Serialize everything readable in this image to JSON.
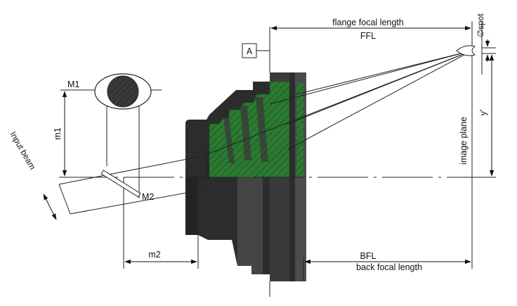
{
  "labels": {
    "ffl_top": "flange focal length",
    "ffl": "FFL",
    "bfl": "BFL",
    "bfl_bottom": "back focal length",
    "ref_a": "A",
    "m1_mirror": "M1",
    "m1_dist": "m1",
    "m2_mirror": "M2",
    "m2_dist": "m2",
    "input_beam": "Input beam",
    "image_plane": "image plane",
    "y_prime": "y'",
    "spot": "∅spot"
  },
  "colors": {
    "lens_dark": "#2c2c2c",
    "lens_mid": "#454545",
    "lens_light": "#6c6c6c",
    "green": "#2c7a32",
    "line": "#222222"
  }
}
